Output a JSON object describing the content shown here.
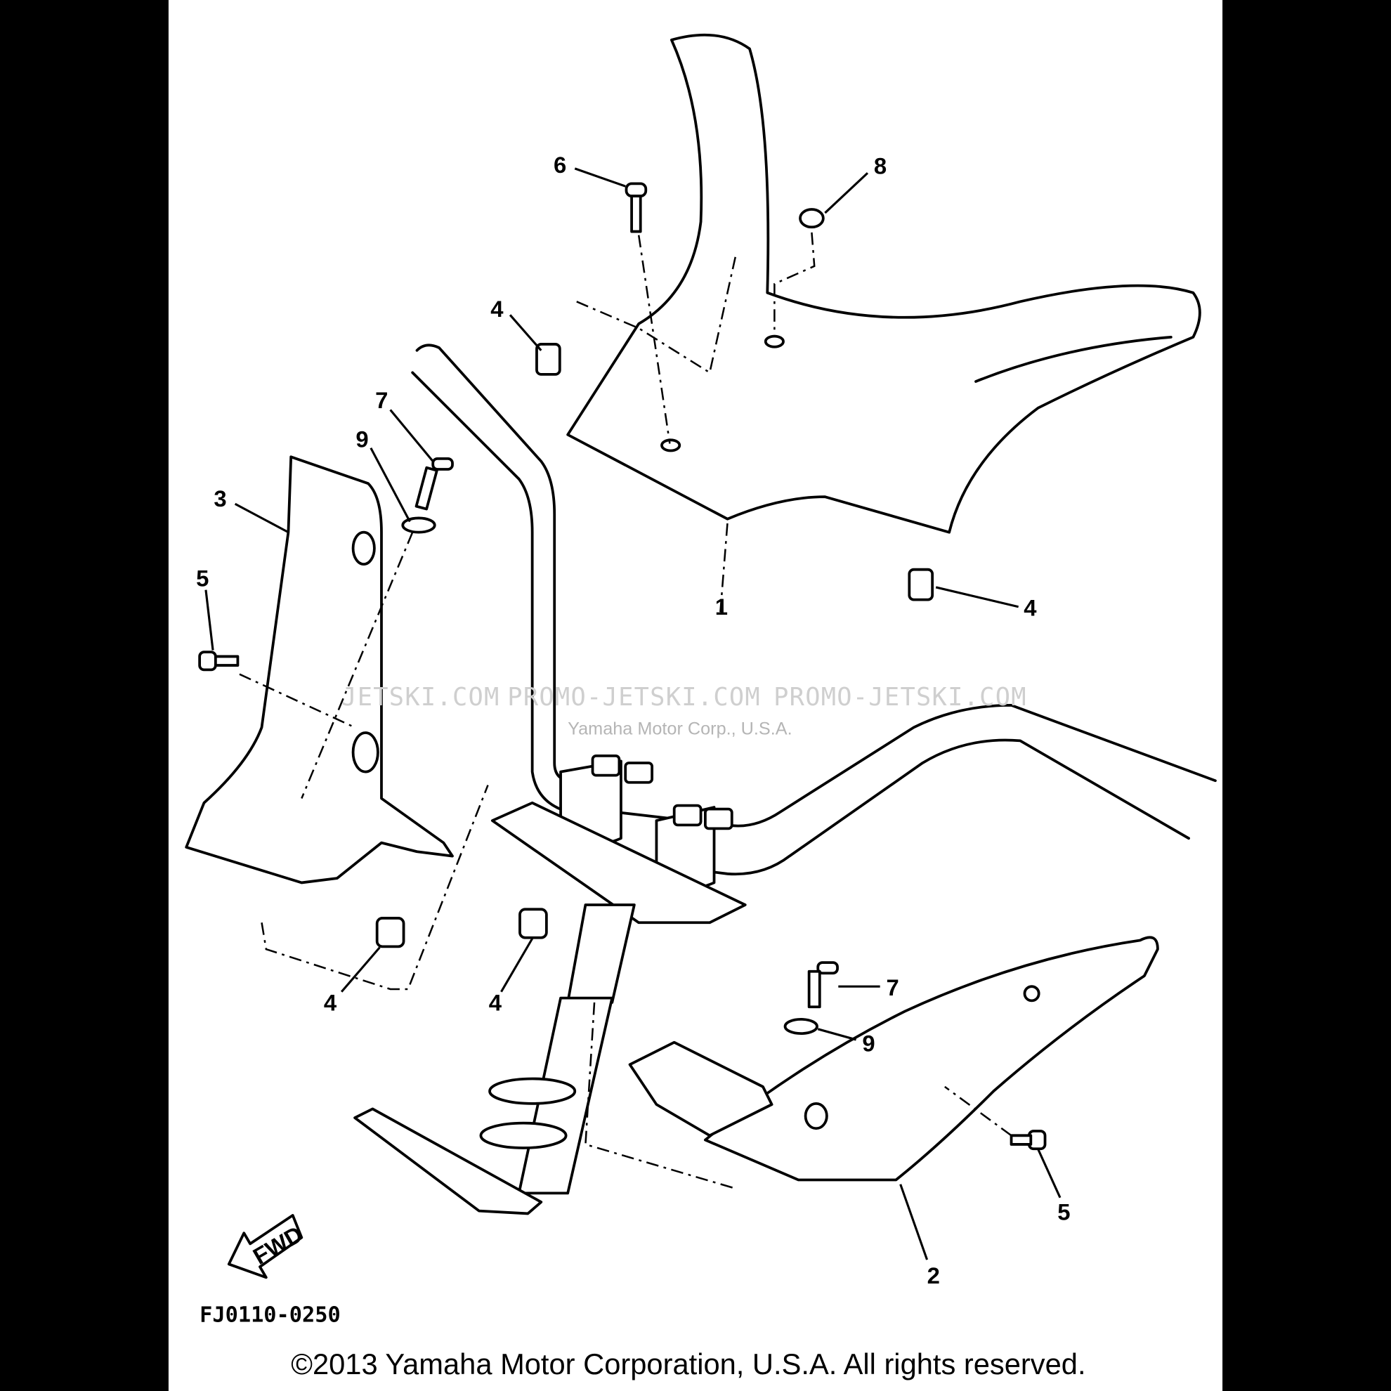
{
  "diagram": {
    "title_code": "FJ0110-0250",
    "fwd_label": "FWD",
    "watermark": {
      "left": "JETSKI.COM",
      "center": "PROMO-JETSKI.COM",
      "right": "PROMO-JETSKI.COM",
      "overlay": "Yamaha Motor Corp., U.S.A."
    },
    "copyright": "©2013 Yamaha Motor Corporation, U.S.A. All rights reserved.",
    "callouts": [
      {
        "label": "6"
      },
      {
        "label": "8"
      },
      {
        "label": "4"
      },
      {
        "label": "7"
      },
      {
        "label": "9"
      },
      {
        "label": "3"
      },
      {
        "label": "5"
      },
      {
        "label": "1"
      },
      {
        "label": "4"
      },
      {
        "label": "4"
      },
      {
        "label": "4"
      },
      {
        "label": "7"
      },
      {
        "label": "9"
      },
      {
        "label": "5"
      },
      {
        "label": "2"
      }
    ]
  }
}
